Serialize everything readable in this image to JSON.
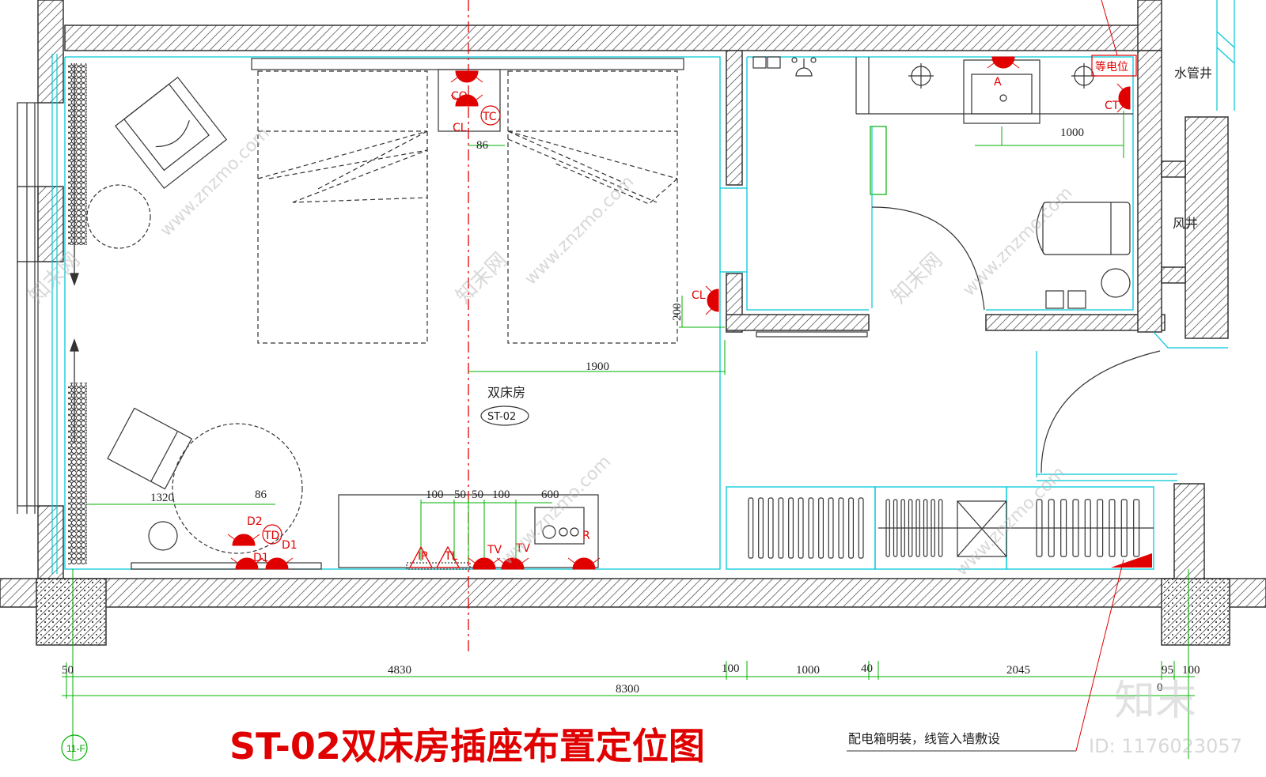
{
  "title": "ST-02双床房插座布置定位图",
  "room": {
    "name": "双床房",
    "code": "ST-02"
  },
  "shaft_labels": {
    "water": "水管井",
    "vent": "风井",
    "equipotential": "等电位"
  },
  "sockets": {
    "co": "CO",
    "cl_top": "CL",
    "tc": "TC",
    "cl_side": "CL",
    "a": "A",
    "ct": "CT",
    "d2": "D2",
    "td": "TD",
    "d1_left": "D1",
    "d1_right": "D1",
    "ip": "IP",
    "tl": "TL",
    "tv1": "TV",
    "tv2": "TV",
    "r": "R"
  },
  "dimensions": {
    "d86_top": "86",
    "d1000_bath": "1000",
    "d200": "200",
    "d1900": "1900",
    "d1320": "1320",
    "d86_low": "86",
    "d100a": "100",
    "d50a": "50",
    "d50b": "50",
    "d100b": "100",
    "d600": "600",
    "b50": "50",
    "b4830": "4830",
    "b100a": "100",
    "b1000": "1000",
    "b40": "40",
    "b2045": "2045",
    "b95": "95",
    "b100b": "100",
    "b0": "0",
    "b8300": "8300"
  },
  "axis_label": "11-F",
  "note": "配电箱明装，线管入墙敷设",
  "watermark": {
    "brand": "知末",
    "id": "ID: 1176023057",
    "site": "www.znzmo.com",
    "site_cn": "知末网"
  },
  "colors": {
    "wall_hatch": "#333333",
    "cyan": "#00c8d8",
    "red": "#e00000",
    "green": "#00b000"
  }
}
